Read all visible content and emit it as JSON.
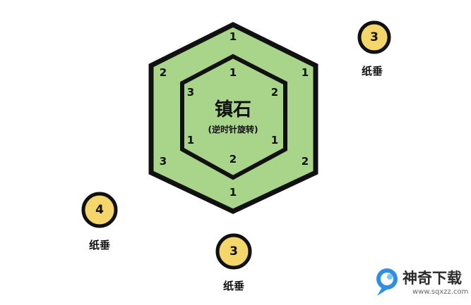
{
  "center": {
    "title": "镇石",
    "subtitle": "(逆时针旋转)"
  },
  "outer_hex": {
    "fill": "#a8d58a",
    "edge_numbers": {
      "top": "1",
      "upper_right": "1",
      "lower_right": "2",
      "bottom": "1",
      "lower_left": "3",
      "upper_left": "2"
    }
  },
  "inner_hex": {
    "fill": "#a8d58a",
    "edge_numbers": {
      "top": "1",
      "upper_right": "2",
      "lower_right": "1",
      "bottom": "2",
      "lower_left": "1",
      "upper_left": "3"
    }
  },
  "paper_weights": [
    {
      "id": "top-right",
      "number": "3",
      "label": "纸垂"
    },
    {
      "id": "left",
      "number": "4",
      "label": "纸垂"
    },
    {
      "id": "bottom",
      "number": "3",
      "label": "纸垂"
    }
  ],
  "colors": {
    "token_fill": "#f5d66b",
    "outline": "#111111",
    "logo_blue": "#2f8fe0"
  },
  "watermark": {
    "brand": "神奇下载",
    "url": "www.sqxzz.com"
  }
}
